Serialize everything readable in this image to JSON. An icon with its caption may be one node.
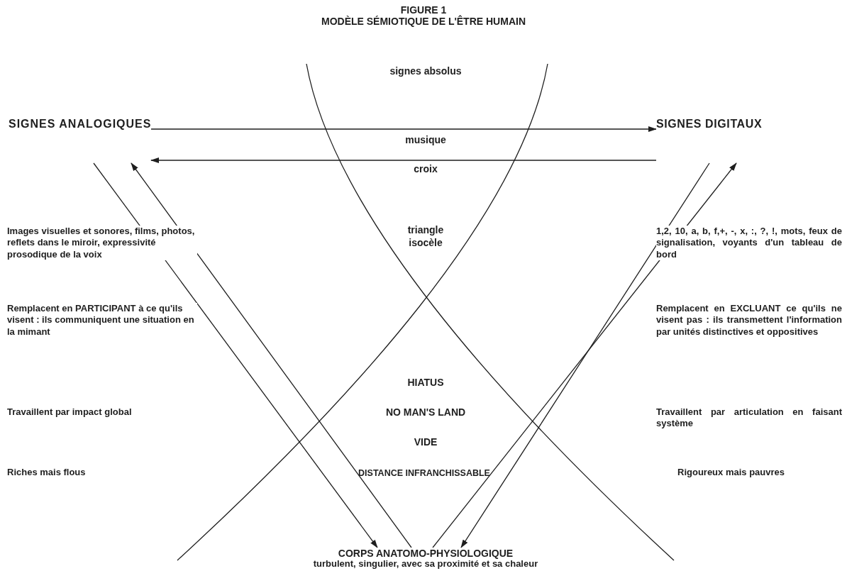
{
  "diagram": {
    "title": "MODÈLE SÉMIOTIQUE DE L'ÊTRE HUMAIN",
    "nodes": [
      {
        "text": [
          "SIGNES ANALOGIQUES"
        ]
      },
      {
        "text": [
          "SIGNES DIGITAUX"
        ]
      },
      {
        "text": [
          "CORPS ANATOMO-PHYSIOLOGIQUE",
          "turbulent, singulier, avec sa proximité et sa chaleur"
        ]
      }
    ],
    "edges": [
      {
        "from": 0,
        "to": 1,
        "arrow": "to"
      },
      {
        "from": 1,
        "to": 0,
        "arrow": "to"
      },
      {
        "from": 0,
        "to": 2,
        "arrow": "to"
      },
      {
        "from": 2,
        "to": 0,
        "arrow": "to"
      },
      {
        "from": 1,
        "to": 2,
        "arrow": "to"
      },
      {
        "from": 2,
        "to": 1,
        "arrow": "to"
      }
    ],
    "labels": [
      "FIGURE 1",
      "signes absolus",
      "musique",
      "croix",
      "Images visuelles et sonores, films, photos, reflets dans le miroir, expressivité prosodique de la voix",
      "triangle isocèle",
      "1,2, 10, a, b, f,+, -, x, :, ?, !, mots, feux de signalisation, voyants d'un tableau de bord",
      "Remplacent en PARTICIPANT à ce qu'ils visent : ils communiquent une situation en la mimant",
      "Remplacent en EXCLUANT ce qu'ils ne visent pas : ils transmettent l'information par unités distinctives et oppositives",
      "HIATUS",
      "Travaillent par impact global",
      "NO MAN'S LAND",
      "Travaillent par articulation en faisant système",
      "VIDE",
      "Riches mais flous",
      "DISTANCE INFRANCHISSABLE",
      "Rigoureux mais pauvres"
    ]
  }
}
